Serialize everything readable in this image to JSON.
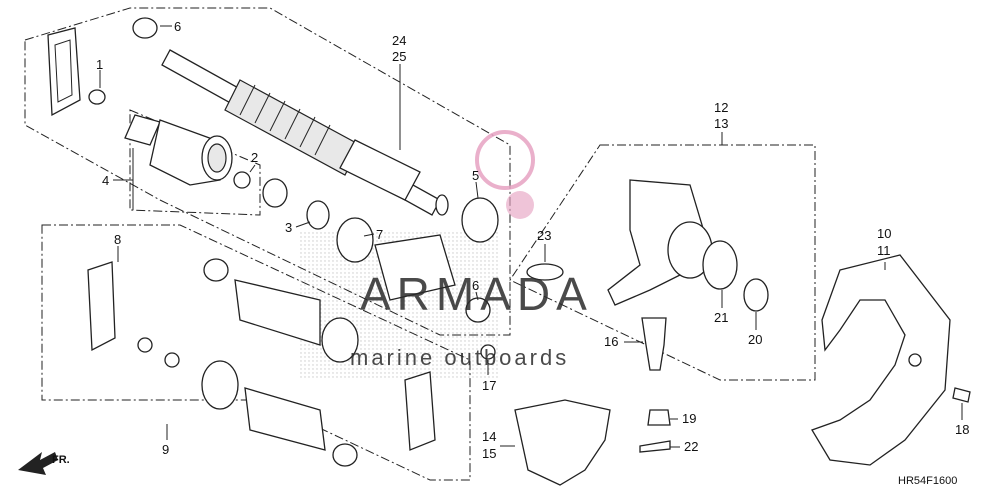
{
  "diagram": {
    "code": "HR54F1600",
    "direction": "FR.",
    "watermark": {
      "brand": "ARMADA",
      "tagline": "marine outboards"
    },
    "callouts": [
      {
        "id": "c6a",
        "text": "6"
      },
      {
        "id": "c1",
        "text": "1"
      },
      {
        "id": "c24",
        "text": "24"
      },
      {
        "id": "c25",
        "text": "25"
      },
      {
        "id": "c2",
        "text": "2"
      },
      {
        "id": "c4",
        "text": "4"
      },
      {
        "id": "c3",
        "text": "3"
      },
      {
        "id": "c5",
        "text": "5"
      },
      {
        "id": "c7",
        "text": "7"
      },
      {
        "id": "c23",
        "text": "23"
      },
      {
        "id": "c6b",
        "text": "6"
      },
      {
        "id": "c8",
        "text": "8"
      },
      {
        "id": "c9",
        "text": "9"
      },
      {
        "id": "c12",
        "text": "12"
      },
      {
        "id": "c13",
        "text": "13"
      },
      {
        "id": "c21",
        "text": "21"
      },
      {
        "id": "c20",
        "text": "20"
      },
      {
        "id": "c16",
        "text": "16"
      },
      {
        "id": "c17",
        "text": "17"
      },
      {
        "id": "c14",
        "text": "14"
      },
      {
        "id": "c15",
        "text": "15"
      },
      {
        "id": "c19",
        "text": "19"
      },
      {
        "id": "c22",
        "text": "22"
      },
      {
        "id": "c10",
        "text": "10"
      },
      {
        "id": "c11",
        "text": "11"
      },
      {
        "id": "c18",
        "text": "18"
      }
    ]
  }
}
